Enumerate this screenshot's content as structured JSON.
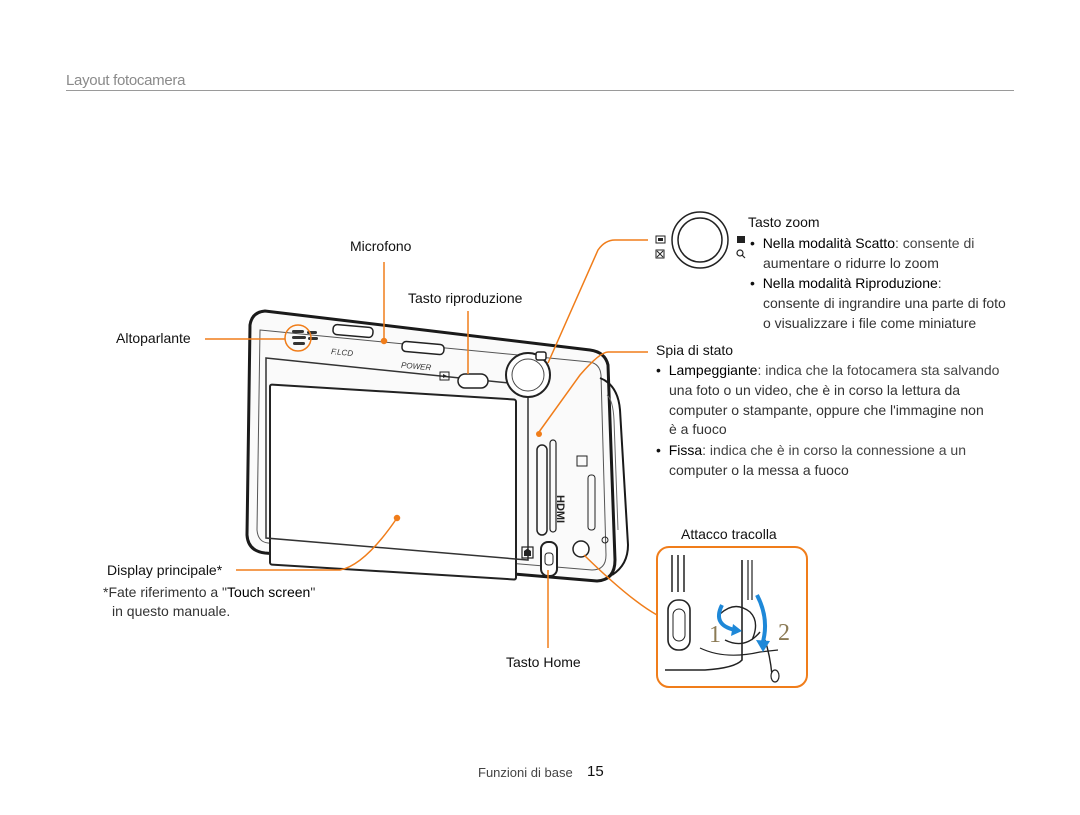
{
  "header": {
    "title": "Layout fotocamera"
  },
  "labels": {
    "microfono": "Microfono",
    "tasto_riproduzione": "Tasto riproduzione",
    "altoparlante": "Altoparlante",
    "display_principale": "Display principale*",
    "display_note_line1_pre": "*Fate riferimento a \"",
    "display_note_link": "Touch screen",
    "display_note_line1_post": "\"",
    "display_note_line2": "in questo manuale.",
    "tasto_home": "Tasto Home",
    "attacco_tracolla": "Attacco tracolla",
    "tasto_zoom": "Tasto zoom",
    "spia_di_stato": "Spia di stato"
  },
  "zoom_bullets": [
    {
      "term": "Nella modalità Scatto",
      "text": ": consente di",
      "cont": [
        "aumentare o ridurre lo zoom"
      ]
    },
    {
      "term": "Nella modalità Riproduzione",
      "text": ":",
      "cont": [
        "consente di ingrandire una parte di foto",
        "o visualizzare i file come miniature"
      ]
    }
  ],
  "spia_bullets": [
    {
      "term": "Lampeggiante",
      "text": ": indica che la fotocamera sta salvando",
      "cont": [
        "una foto o un video, che è in corso la lettura da",
        "computer o stampante, oppure che l'immagine non",
        "è a fuoco"
      ]
    },
    {
      "term": "Fissa",
      "text": ": indica che è in corso la connessione a un",
      "cont": [
        "computer o la messa a fuoco"
      ]
    }
  ],
  "camera_text": {
    "flcd": "F.LCD",
    "power": "POWER",
    "hdmi": "HDMI"
  },
  "strap_steps": {
    "step1": "1",
    "step2": "2"
  },
  "footer": {
    "section": "Funzioni di base",
    "page": "15"
  },
  "colors": {
    "callout": "#f07d1a",
    "strap_arrow": "#1e88d8",
    "body": "#222222"
  }
}
